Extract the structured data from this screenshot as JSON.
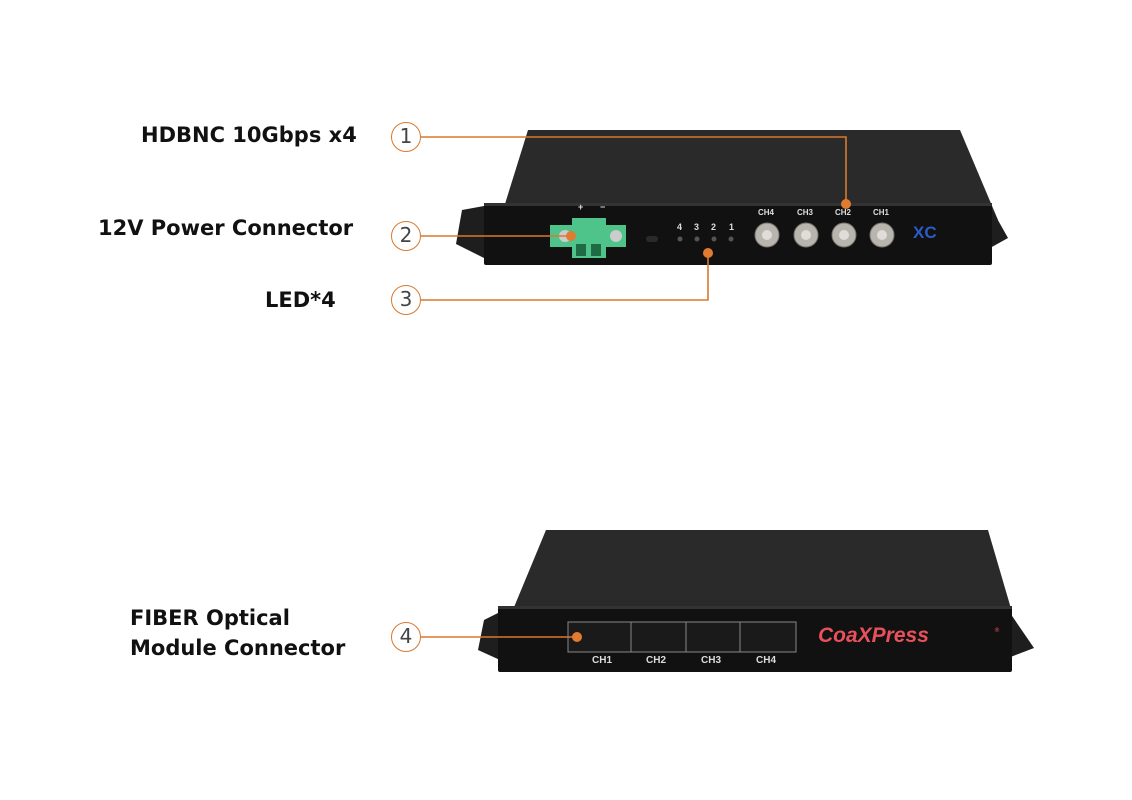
{
  "callouts": [
    {
      "number": "1",
      "label": "HDBNC 10Gbps x4"
    },
    {
      "number": "2",
      "label": "12V Power Connector"
    },
    {
      "number": "3",
      "label": "LED*4"
    },
    {
      "number": "4",
      "label_line1": "FIBER Optical",
      "label_line2": "Module Connector"
    }
  ],
  "device_top": {
    "power_marks": [
      "+",
      "−"
    ],
    "led_labels": [
      "4",
      "3",
      "2",
      "1"
    ],
    "bnc_labels": [
      "CH4",
      "CH3",
      "CH2",
      "CH1"
    ],
    "logo": "XC"
  },
  "device_bottom": {
    "sfp_labels": [
      "CH1",
      "CH2",
      "CH3",
      "CH4"
    ],
    "brand": "CoaXPress",
    "brand_mark": "®"
  },
  "colors": {
    "callout": "#d9782f",
    "brand": "#e8505b",
    "logo": "#2a5cc8"
  }
}
